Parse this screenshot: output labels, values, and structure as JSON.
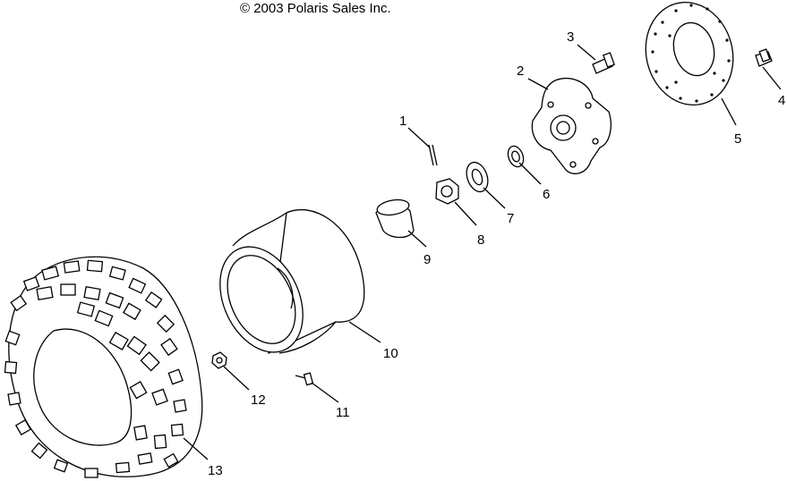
{
  "copyright": "© 2003 Polaris Sales Inc.",
  "callouts": [
    {
      "id": "1",
      "part": "cotter-pin"
    },
    {
      "id": "2",
      "part": "wheel-hub"
    },
    {
      "id": "3",
      "part": "hub-bolt"
    },
    {
      "id": "4",
      "part": "disc-bolt"
    },
    {
      "id": "5",
      "part": "brake-disc"
    },
    {
      "id": "6",
      "part": "washer-small"
    },
    {
      "id": "7",
      "part": "washer-large"
    },
    {
      "id": "8",
      "part": "castle-nut"
    },
    {
      "id": "9",
      "part": "hub-cap"
    },
    {
      "id": "10",
      "part": "wheel-rim"
    },
    {
      "id": "11",
      "part": "valve-stem"
    },
    {
      "id": "12",
      "part": "lug-nut"
    },
    {
      "id": "13",
      "part": "tire"
    }
  ]
}
